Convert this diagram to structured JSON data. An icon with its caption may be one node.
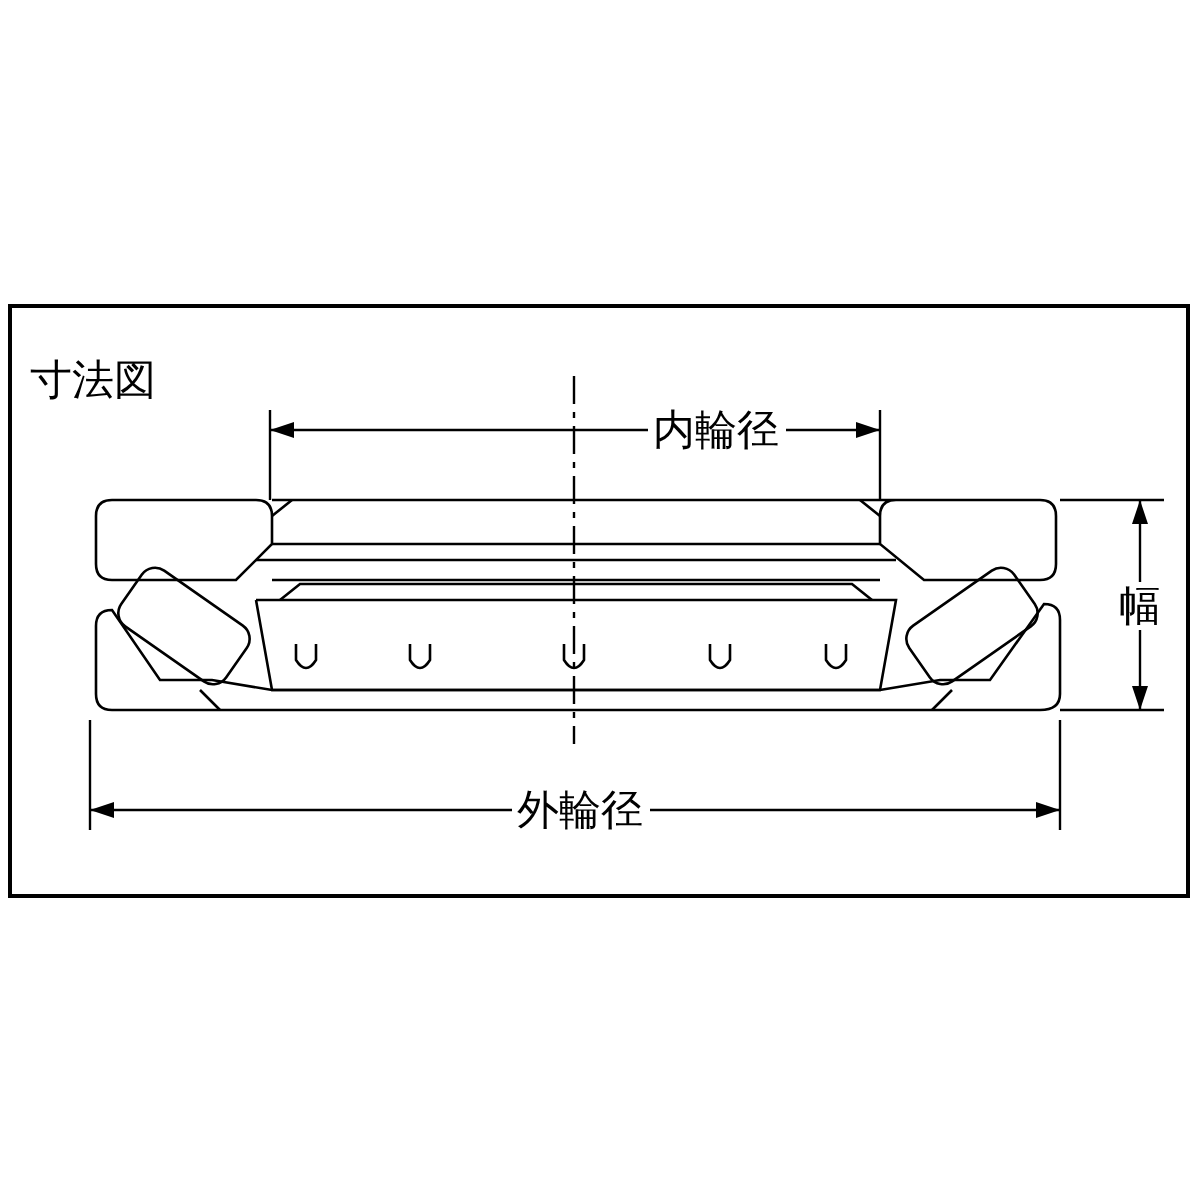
{
  "diagram": {
    "title": "寸法図",
    "labels": [
      "内輪径",
      "幅",
      "外輪径"
    ]
  }
}
